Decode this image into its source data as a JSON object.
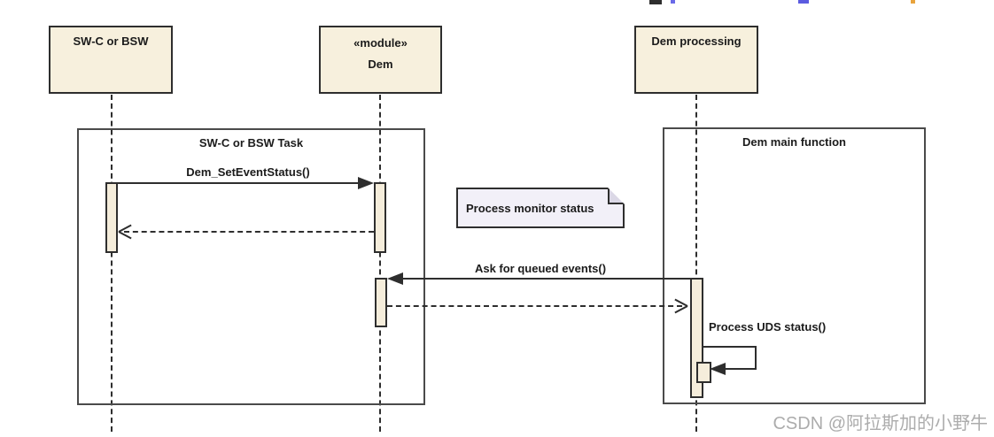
{
  "diagram": {
    "type": "uml-sequence-diagram",
    "participants": [
      {
        "label": "SW-C or BSW"
      },
      {
        "stereotype": "«module»",
        "name": "Dem"
      },
      {
        "label": "Dem processing"
      }
    ],
    "frames": [
      {
        "title": "SW-C or BSW Task"
      },
      {
        "title": "Dem main function"
      }
    ],
    "messages": [
      {
        "label": "Dem_SetEventStatus()",
        "type": "synchronous-call",
        "from": "SW-C or BSW",
        "to": "Dem"
      },
      {
        "label": "",
        "type": "dashed-return",
        "from": "Dem",
        "to": "SW-C or BSW"
      },
      {
        "label": "Ask for queued events()",
        "type": "synchronous-call",
        "from": "Dem processing",
        "to": "Dem"
      },
      {
        "label": "",
        "type": "dashed-return",
        "from": "Dem",
        "to": "Dem processing"
      },
      {
        "label": "Process UDS status()",
        "type": "self-message",
        "from": "Dem processing",
        "to": "Dem processing"
      }
    ],
    "note": {
      "text": "Process monitor status"
    },
    "watermark": {
      "text": "CSDN @阿拉斯加的小野牛"
    }
  },
  "colors": {
    "participant_fill": "#F7F0DD",
    "activation_fill": "#F5EDDB",
    "note_fill": "#F2F0F8",
    "note_fold": "#DBD8E6",
    "line_color": "#2E2E2E",
    "frame_border": "#4A4A4A",
    "text_color": "#1B1B1B",
    "watermark_color": "#ACACAC",
    "remnant_dark": "#3A3A3A",
    "remnant_blue": "#5B5BE0",
    "remnant_orange": "#E8A33D"
  }
}
